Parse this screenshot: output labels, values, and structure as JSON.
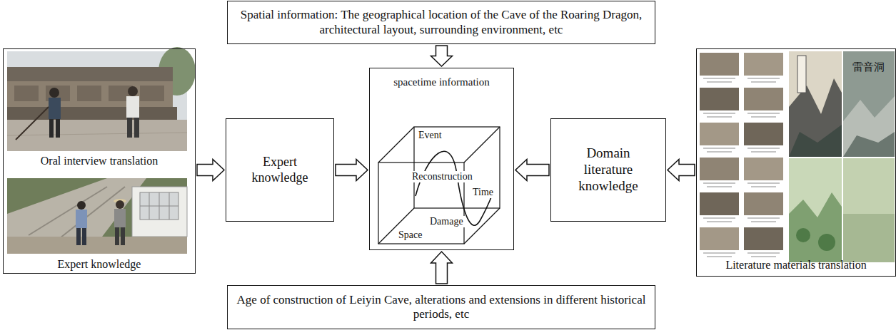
{
  "diagram": {
    "nodes": [
      {
        "text": [
          "Spatial information: The geographical location of the Cave of the Roaring Dragon, architectural layout, surrounding environment, etc"
        ]
      },
      {
        "text": [
          "Oral interview translation",
          "Expert knowledge"
        ]
      },
      {
        "text": [
          "Expert knowledge"
        ]
      },
      {
        "text": [
          "spacetime information"
        ]
      },
      {
        "text": [
          "Domain literature knowledge"
        ]
      },
      {
        "text": [
          "Literature materials translation"
        ]
      },
      {
        "text": [
          "Age of construction of Leiyin Cave, alterations and extensions in different historical periods, etc"
        ]
      }
    ],
    "edges": [
      {
        "from": 1,
        "to": 2,
        "arrow": "to"
      },
      {
        "from": 2,
        "to": 3,
        "arrow": "to"
      },
      {
        "from": 0,
        "to": 3,
        "arrow": "to"
      },
      {
        "from": 4,
        "to": 3,
        "arrow": "to"
      },
      {
        "from": 5,
        "to": 4,
        "arrow": "to"
      },
      {
        "from": 6,
        "to": 3,
        "arrow": "to"
      }
    ],
    "labels": [
      "Event",
      "Reconstruction",
      "Time",
      "Damage",
      "Space",
      "雷音洞"
    ]
  }
}
